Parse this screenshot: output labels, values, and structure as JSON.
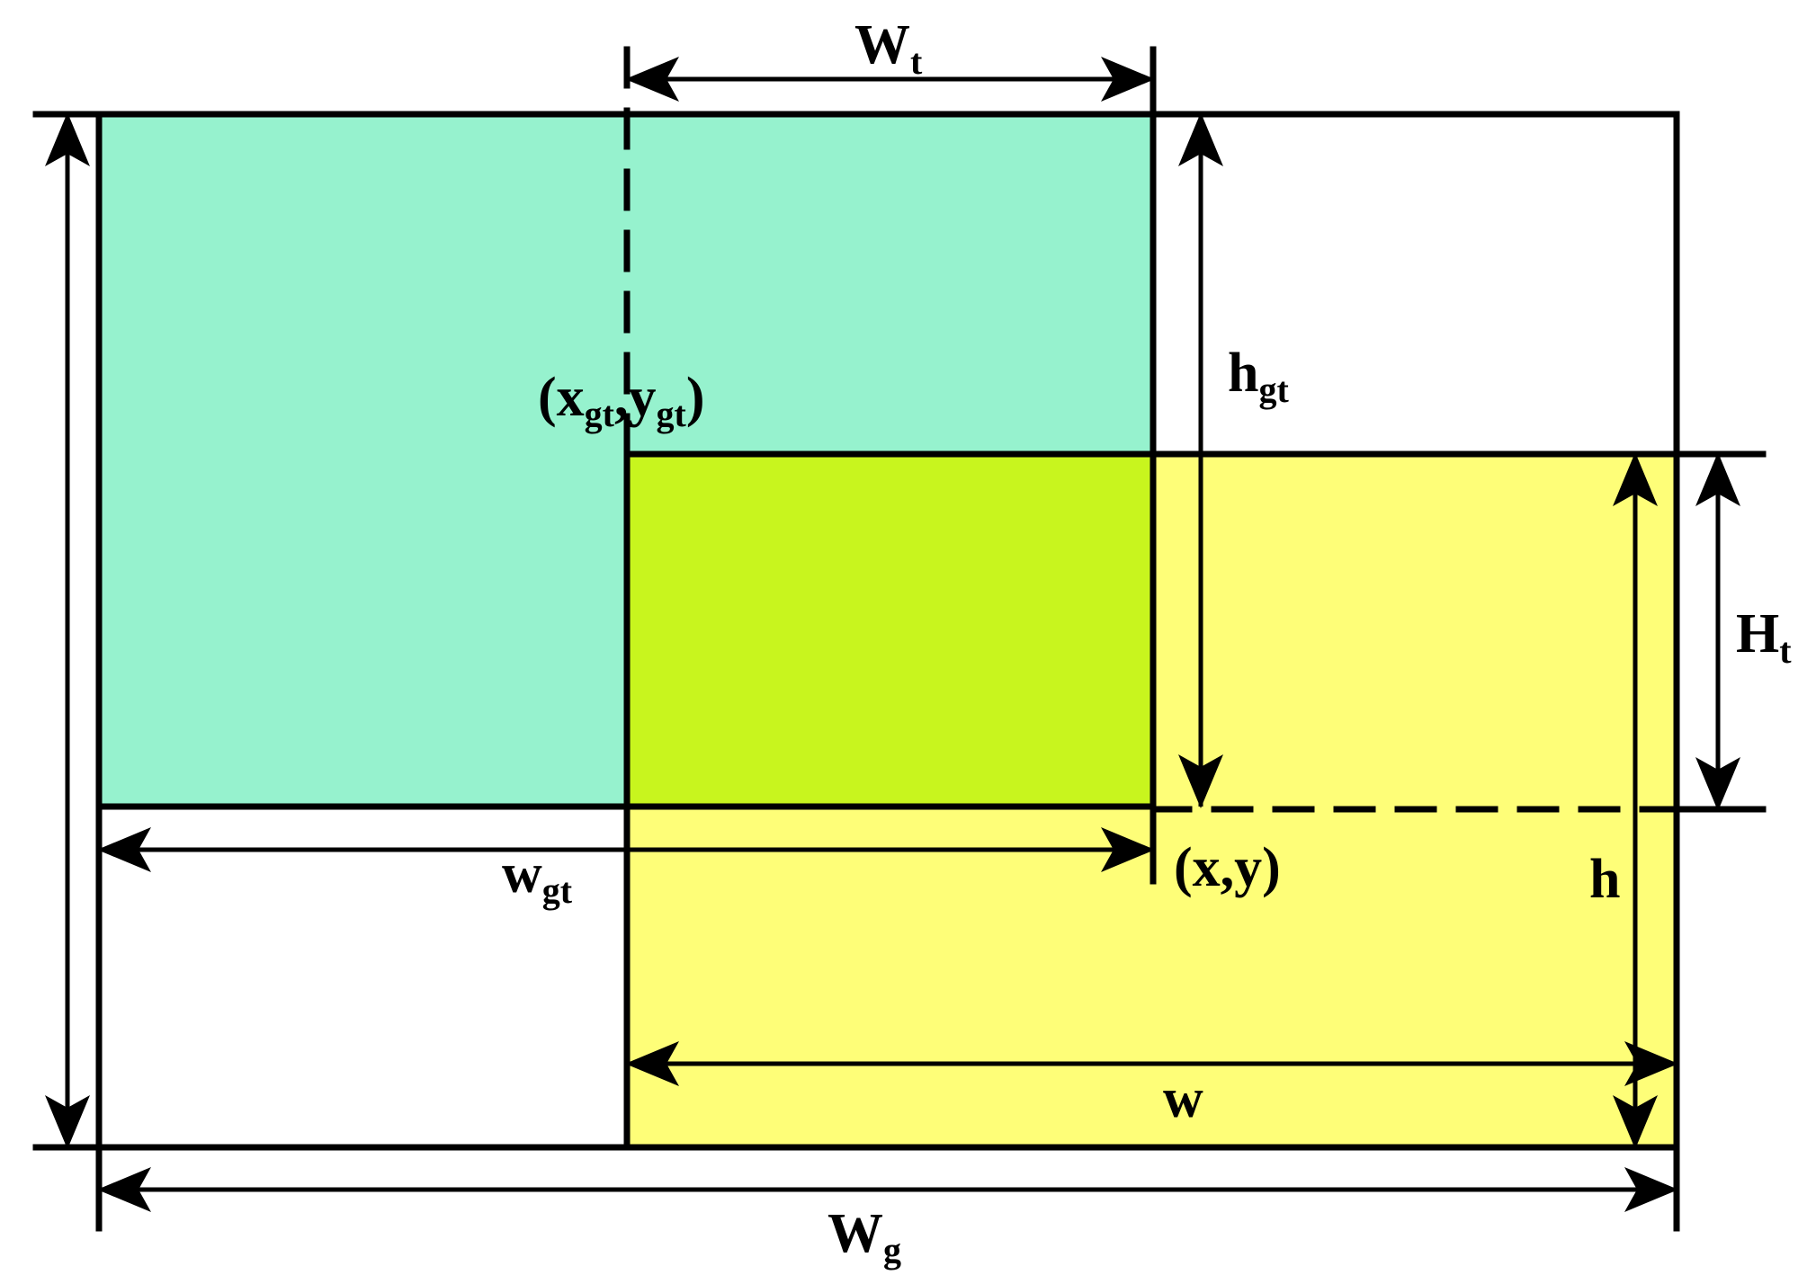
{
  "colors": {
    "gt_box": "#96F2CE",
    "pred_box": "#FEFE78",
    "overlap": "#C8F51E",
    "stroke": "#000000"
  },
  "labels": {
    "Wt": {
      "main": "W",
      "sub": "t"
    },
    "hgt": {
      "main": "h",
      "sub": "gt"
    },
    "Ht": {
      "main": "H",
      "sub": "t"
    },
    "h": {
      "main": "h",
      "sub": ""
    },
    "wgt": {
      "main": "w",
      "sub": "gt"
    },
    "w": {
      "main": "w",
      "sub": ""
    },
    "Wg": {
      "main": "W",
      "sub": "g"
    },
    "xy_gt": {
      "open": "(x",
      "sub1": "gt",
      "mid": ",y",
      "sub2": "gt",
      "close": ")"
    },
    "xy": "(x,y)"
  }
}
